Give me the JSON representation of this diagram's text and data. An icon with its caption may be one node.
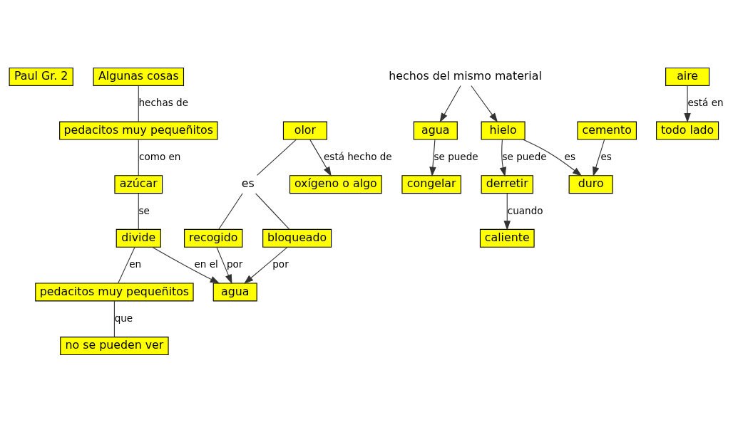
{
  "diagram": {
    "nodes": [
      {
        "text": [
          "Paul Gr. 2"
        ]
      },
      {
        "text": [
          "Algunas cosas"
        ]
      },
      {
        "text": [
          "pedacitos muy pequeñitos"
        ]
      },
      {
        "text": [
          "azúcar"
        ]
      },
      {
        "text": [
          "divide"
        ]
      },
      {
        "text": [
          "pedacitos muy pequeñitos"
        ]
      },
      {
        "text": [
          "no se pueden ver"
        ]
      },
      {
        "text": [
          "agua"
        ]
      },
      {
        "text": [
          "olor"
        ]
      },
      {
        "text": [
          "es"
        ]
      },
      {
        "text": [
          "recogido"
        ]
      },
      {
        "text": [
          "bloqueado"
        ]
      },
      {
        "text": [
          "oxígeno o algo"
        ]
      },
      {
        "text": [
          "hechos del mismo material"
        ]
      },
      {
        "text": [
          "aire"
        ]
      },
      {
        "text": [
          "todo lado"
        ]
      },
      {
        "text": [
          "agua"
        ]
      },
      {
        "text": [
          "congelar"
        ]
      },
      {
        "text": [
          "hielo"
        ]
      },
      {
        "text": [
          "derretir"
        ]
      },
      {
        "text": [
          "caliente"
        ]
      },
      {
        "text": [
          "cemento"
        ]
      },
      {
        "text": [
          "duro"
        ]
      }
    ],
    "edges": [
      {
        "from": 1,
        "to": 2,
        "arrow": "none",
        "label": "hechas de"
      },
      {
        "from": 2,
        "to": 3,
        "arrow": "none",
        "label": "como en"
      },
      {
        "from": 3,
        "to": 4,
        "arrow": "none",
        "label": "se"
      },
      {
        "from": 4,
        "to": 5,
        "arrow": "none",
        "label": "en"
      },
      {
        "from": 5,
        "to": 6,
        "arrow": "none",
        "label": "que"
      },
      {
        "from": 4,
        "to": 7,
        "arrow": "to",
        "label": "en el"
      },
      {
        "from": 8,
        "to": 9,
        "arrow": "none"
      },
      {
        "from": 9,
        "to": 10,
        "arrow": "none"
      },
      {
        "from": 9,
        "to": 11,
        "arrow": "none"
      },
      {
        "from": 10,
        "to": 7,
        "arrow": "to",
        "label": "por"
      },
      {
        "from": 11,
        "to": 7,
        "arrow": "to",
        "label": "por"
      },
      {
        "from": 8,
        "to": 12,
        "arrow": "to",
        "label": "está hecho de"
      },
      {
        "from": 13,
        "to": 16,
        "arrow": "to"
      },
      {
        "from": 13,
        "to": 18,
        "arrow": "to"
      },
      {
        "from": 14,
        "to": 15,
        "arrow": "to",
        "label": "está en"
      },
      {
        "from": 16,
        "to": 17,
        "arrow": "to",
        "label": "se puede"
      },
      {
        "from": 18,
        "to": 19,
        "arrow": "to",
        "label": "se puede"
      },
      {
        "from": 19,
        "to": 20,
        "arrow": "to",
        "label": "cuando"
      },
      {
        "from": 18,
        "to": 22,
        "arrow": "to",
        "label": "es"
      },
      {
        "from": 21,
        "to": 22,
        "arrow": "to",
        "label": "es"
      }
    ]
  }
}
